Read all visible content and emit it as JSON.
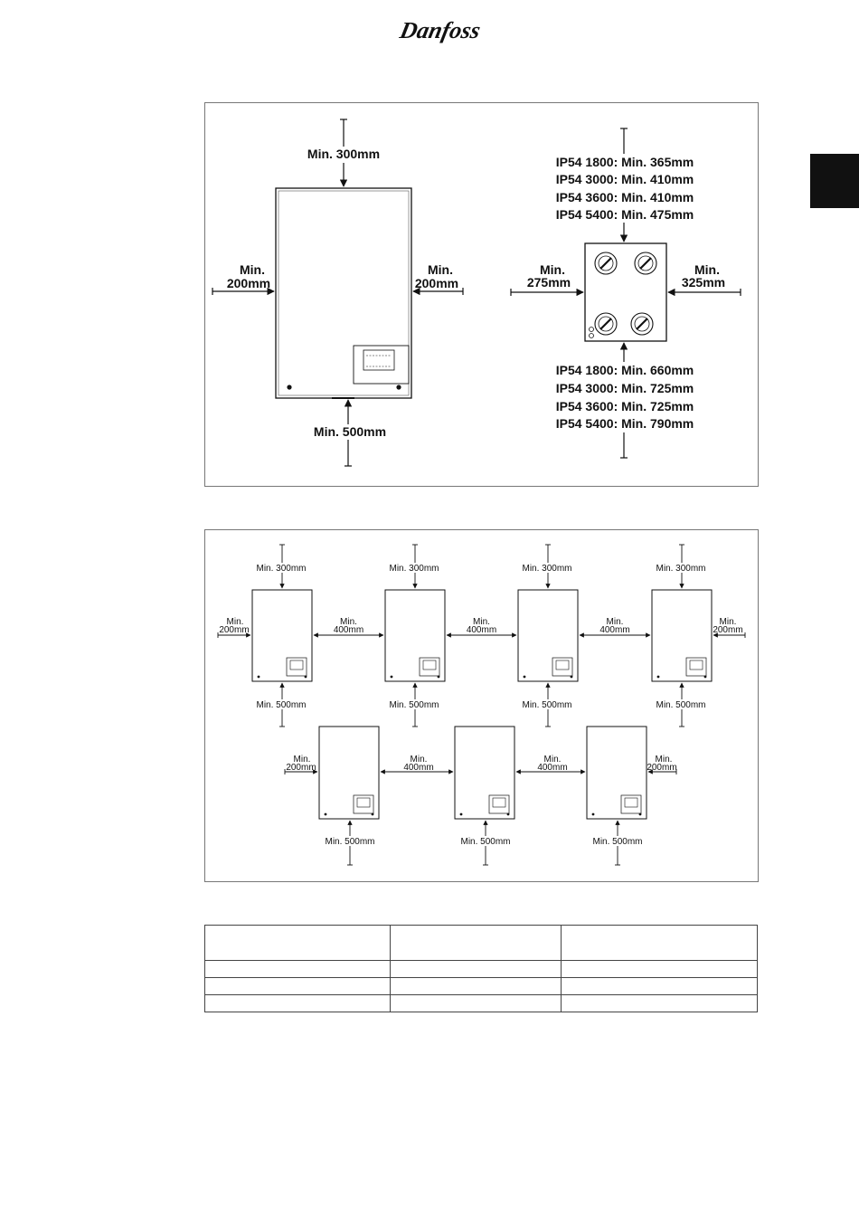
{
  "brand": {
    "name": "Danfoss"
  },
  "diagram1": {
    "top_clearance": "Min. 300mm",
    "bottom_clearance": "Min. 500mm",
    "left_clearance": [
      "Min.",
      "200mm"
    ],
    "right_clearance": [
      "Min.",
      "200mm"
    ],
    "ip54_top": [
      "IP54 1800: Min. 365mm",
      "IP54 3000: Min. 410mm",
      "IP54 3600: Min. 410mm",
      "IP54 5400: Min. 475mm"
    ],
    "ip54_left": [
      "Min.",
      "275mm"
    ],
    "ip54_right": [
      "Min.",
      "325mm"
    ],
    "ip54_bottom": [
      "IP54 1800: Min. 660mm",
      "IP54 3000: Min. 725mm",
      "IP54 3600: Min. 725mm",
      "IP54 5400: Min. 790mm"
    ]
  },
  "diagram2": {
    "top_label": "Min. 300mm",
    "bottom_label": "Min. 500mm",
    "outer_label": [
      "Min.",
      "200mm"
    ],
    "between_label": [
      "Min.",
      "400mm"
    ]
  },
  "table": {
    "columns": 3,
    "rows": 3
  }
}
